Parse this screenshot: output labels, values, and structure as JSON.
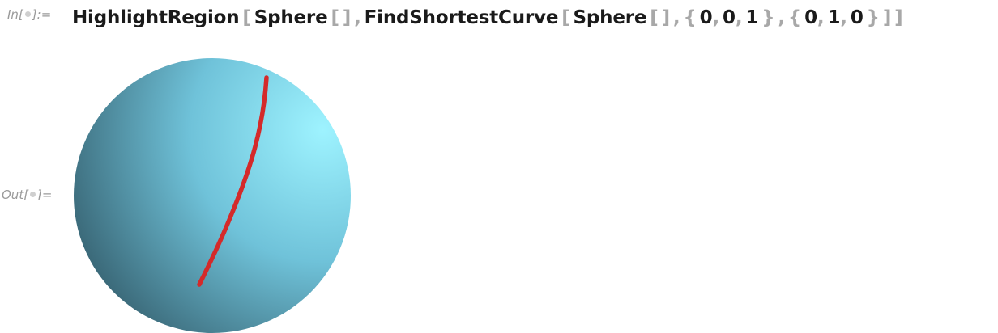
{
  "input_cell": {
    "prompt_prefix": "In[",
    "prompt_suffix": "]:=",
    "tokens": [
      {
        "text": "HighlightRegion",
        "kind": "fn"
      },
      {
        "text": "[",
        "kind": "br"
      },
      {
        "text": "Sphere",
        "kind": "fn"
      },
      {
        "text": "[",
        "kind": "br"
      },
      {
        "text": "]",
        "kind": "br"
      },
      {
        "text": ",",
        "kind": "br"
      },
      {
        "text": "FindShortestCurve",
        "kind": "fn"
      },
      {
        "text": "[",
        "kind": "br"
      },
      {
        "text": "Sphere",
        "kind": "fn"
      },
      {
        "text": "[",
        "kind": "br"
      },
      {
        "text": "]",
        "kind": "br"
      },
      {
        "text": ",",
        "kind": "br"
      },
      {
        "text": "{",
        "kind": "br"
      },
      {
        "text": "0",
        "kind": "fn"
      },
      {
        "text": ",",
        "kind": "br"
      },
      {
        "text": "0",
        "kind": "fn"
      },
      {
        "text": ",",
        "kind": "br"
      },
      {
        "text": "1",
        "kind": "fn"
      },
      {
        "text": "}",
        "kind": "br"
      },
      {
        "text": ",",
        "kind": "br"
      },
      {
        "text": "{",
        "kind": "br"
      },
      {
        "text": "0",
        "kind": "fn"
      },
      {
        "text": ",",
        "kind": "br"
      },
      {
        "text": "1",
        "kind": "fn"
      },
      {
        "text": ",",
        "kind": "br"
      },
      {
        "text": "0",
        "kind": "fn"
      },
      {
        "text": "}",
        "kind": "br"
      },
      {
        "text": "]",
        "kind": "br"
      },
      {
        "text": "]",
        "kind": "br"
      }
    ]
  },
  "output_cell": {
    "prompt_prefix": "Out[",
    "prompt_suffix": "]=",
    "graphic": {
      "sphere_color_light": "#9ef3ff",
      "sphere_color_mid": "#6fc2d9",
      "sphere_color_dark": "#2f5563",
      "curve_color": "#d42a2a"
    }
  }
}
